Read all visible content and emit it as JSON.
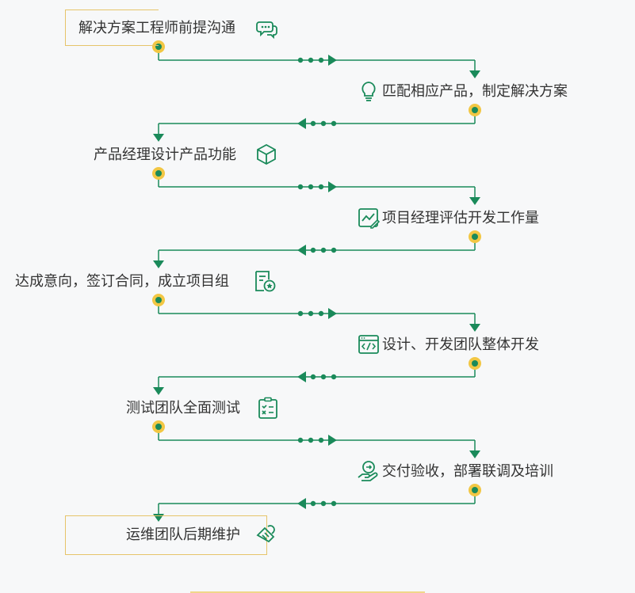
{
  "colors": {
    "line": "#1a8a5a",
    "dot_outer": "#f2c744",
    "dot_inner": "#1a8a5a",
    "box_border": "#e6c46a",
    "text": "#333333"
  },
  "steps": [
    {
      "label": "解决方案工程师前提沟通",
      "icon": "chat-bubbles-icon"
    },
    {
      "label": "匹配相应产品，制定解决方案",
      "icon": "lightbulb-icon"
    },
    {
      "label": "产品经理设计产品功能",
      "icon": "cube-icon"
    },
    {
      "label": "项目经理评估开发工作量",
      "icon": "trend-edit-icon"
    },
    {
      "label": "达成意向，签订合同，成立项目组",
      "icon": "document-star-icon"
    },
    {
      "label": "设计、开发团队整体开发",
      "icon": "code-window-icon"
    },
    {
      "label": "测试团队全面测试",
      "icon": "checklist-icon"
    },
    {
      "label": "交付验收，部署联调及培训",
      "icon": "hand-delivery-icon"
    },
    {
      "label": "运维团队后期维护",
      "icon": "wrench-tool-icon"
    }
  ]
}
